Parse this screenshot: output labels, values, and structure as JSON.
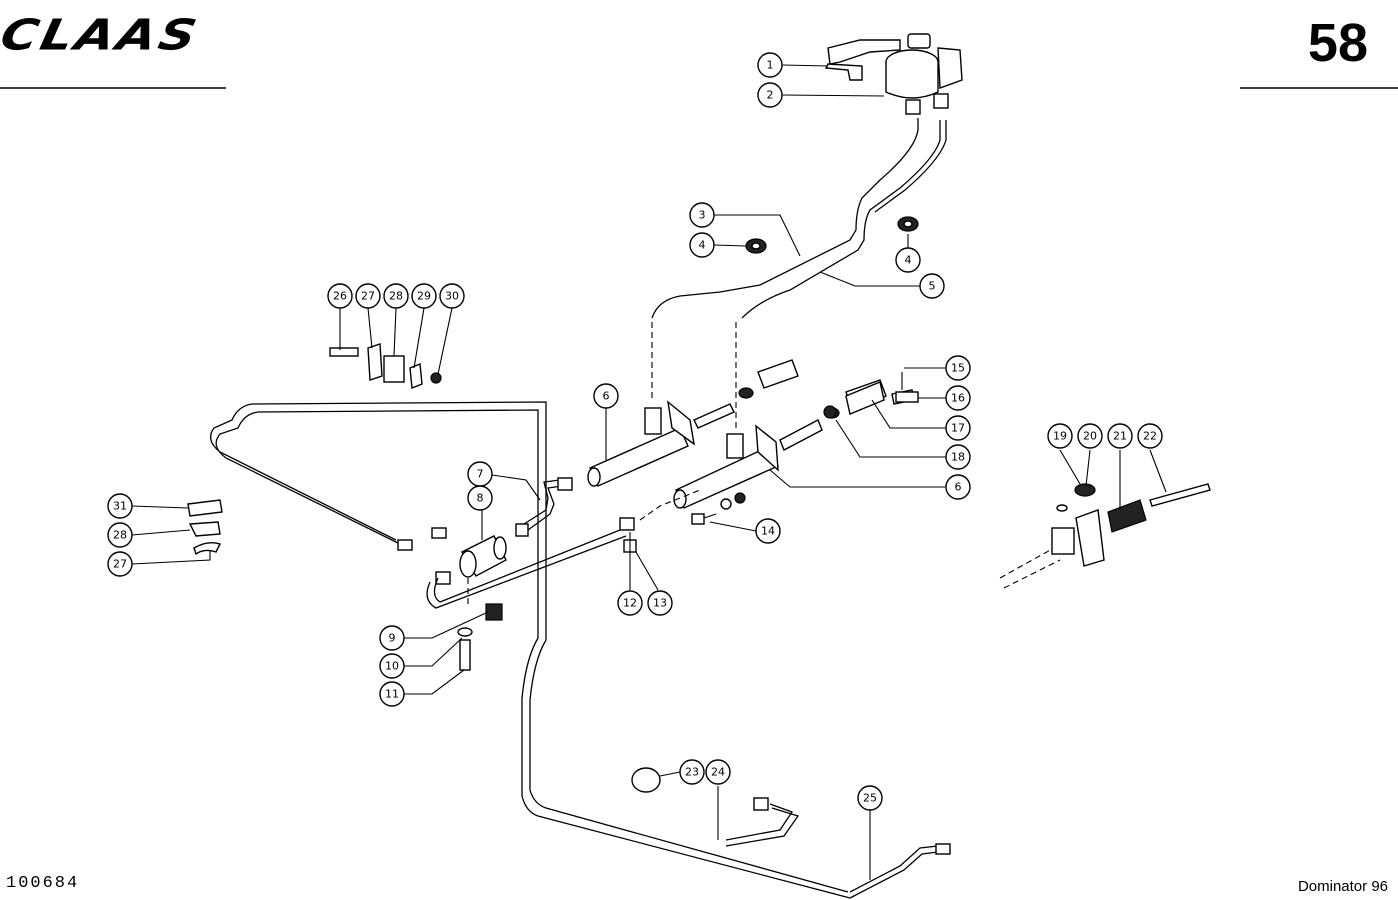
{
  "header": {
    "brand": "CLAAS",
    "page_number": "58"
  },
  "footer": {
    "drawing_number": "100684",
    "model": "Dominator 96"
  },
  "callouts": [
    "1",
    "2",
    "3",
    "4",
    "4",
    "5",
    "6",
    "6",
    "7",
    "8",
    "9",
    "10",
    "11",
    "12",
    "13",
    "14",
    "15",
    "16",
    "17",
    "18",
    "19",
    "20",
    "21",
    "22",
    "23",
    "24",
    "25",
    "26",
    "27",
    "28",
    "29",
    "30",
    "31",
    "28",
    "27"
  ]
}
